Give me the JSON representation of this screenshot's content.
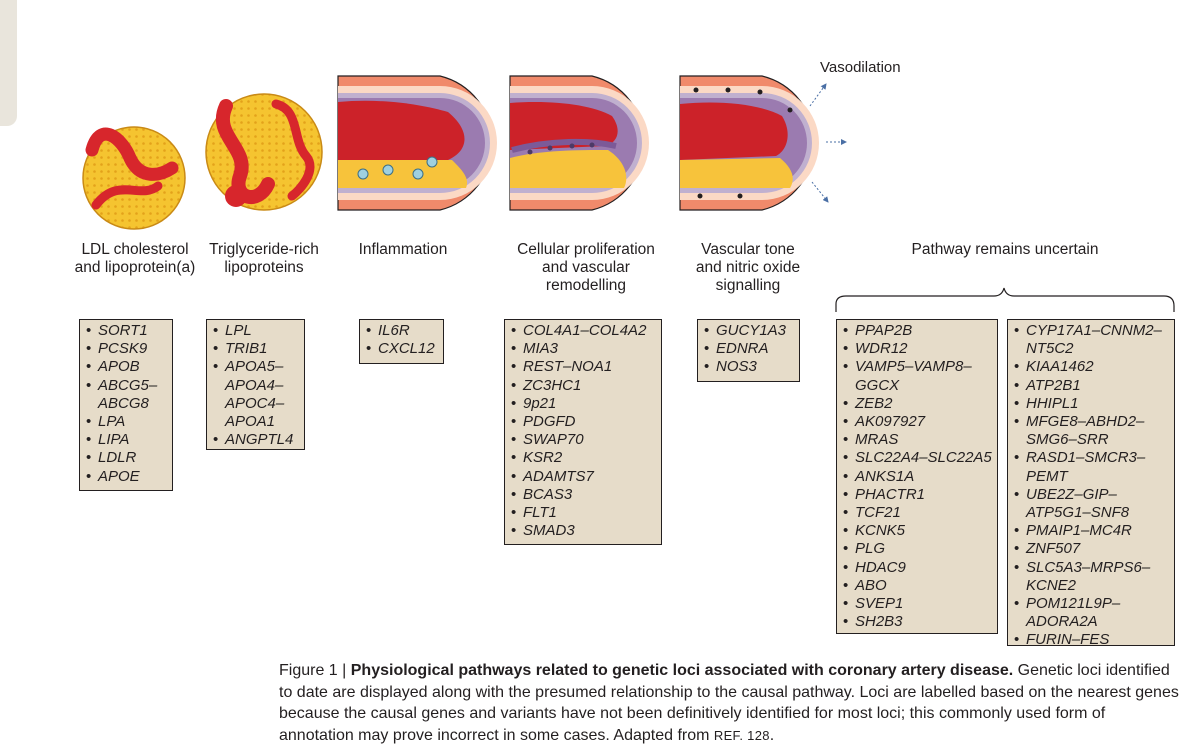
{
  "figure_number": "Figure 1",
  "separator": " | ",
  "caption_title": "Physiological pathways related to genetic loci associated with coronary artery disease.",
  "caption_body": " Genetic loci identified to date are displayed along with the presumed relationship to the causal pathway. Loci are labelled based on the nearest genes because the causal genes and variants have not been definitively identified for most loci; this commonly used form of annotation may prove incorrect in some cases. Adapted from ",
  "caption_ref": "REF. 128",
  "caption_end": ".",
  "vasodilation_label": "Vasodilation",
  "colors": {
    "box_fill": "#e6dcc9",
    "particle_yellow": "#f5c430",
    "vessel_red": "#cc2229",
    "vessel_salmon": "#f08a6b",
    "intima_purple": "#9b7bb0",
    "plaque_yellow": "#f7c33b"
  },
  "columns": [
    {
      "label": "LDL cholesterol\nand lipoprotein(a)",
      "icon": "ldl-particle-icon",
      "genes": [
        "SORT1",
        "PCSK9",
        "APOB",
        "ABCG5–\nABCG8",
        "LPA",
        "LIPA",
        "LDLR",
        "APOE"
      ]
    },
    {
      "label": "Triglyceride-rich\nlipoproteins",
      "icon": "triglyceride-particle-icon",
      "genes": [
        "LPL",
        "TRIB1",
        "APOA5–\nAPOA4–\nAPOC4–\nAPOA1",
        "ANGPTL4"
      ]
    },
    {
      "label": "Inflammation",
      "icon": "inflamed-artery-icon",
      "genes": [
        "IL6R",
        "CXCL12"
      ]
    },
    {
      "label": "Cellular proliferation\nand vascular\nremodelling",
      "icon": "remodelled-artery-icon",
      "genes": [
        "COL4A1–COL4A2",
        "MIA3",
        "REST–NOA1",
        "ZC3HC1",
        "9p21",
        "PDGFD",
        "SWAP70",
        "KSR2",
        "ADAMTS7",
        "BCAS3",
        "FLT1",
        "SMAD3"
      ]
    },
    {
      "label": "Vascular tone\nand nitric oxide\nsignalling",
      "icon": "dilated-artery-icon",
      "genes": [
        "GUCY1A3",
        "EDNRA",
        "NOS3"
      ]
    }
  ],
  "uncertain": {
    "label": "Pathway remains uncertain",
    "left": [
      "PPAP2B",
      "WDR12",
      "VAMP5–VAMP8–\nGGCX",
      "ZEB2",
      "AK097927",
      "MRAS",
      "SLC22A4–SLC22A5",
      "ANKS1A",
      "PHACTR1",
      "TCF21",
      "KCNK5",
      "PLG",
      "HDAC9",
      "ABO",
      "SVEP1",
      "SH2B3"
    ],
    "right": [
      "CYP17A1–CNNM2–\nNT5C2",
      "KIAA1462",
      "ATP2B1",
      "HHIPL1",
      "MFGE8–ABHD2–\nSMG6–SRR",
      "RASD1–SMCR3–\nPEMT",
      "UBE2Z–GIP–\nATP5G1–SNF8",
      "PMAIP1–MC4R",
      "ZNF507",
      "SLC5A3–MRPS6–\nKCNE2",
      "POM121L9P–\nADORA2A",
      "FURIN–FES"
    ]
  }
}
